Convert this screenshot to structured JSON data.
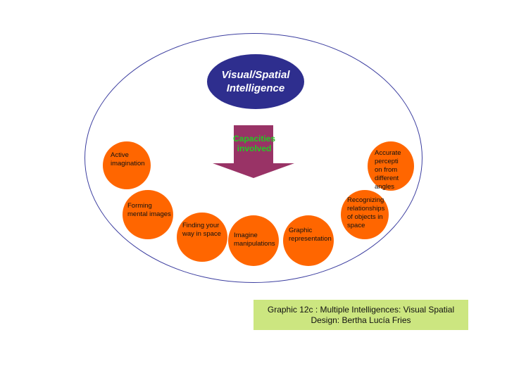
{
  "diagram": {
    "center": {
      "title": "Visual/Spatial\nIntelligence"
    },
    "arrow": {
      "label": "Capacities\ninvolved"
    },
    "capacities": [
      "Active\nimagination",
      "Forming\nmental images",
      "Finding your\nway in space",
      "Imagine\nmanipulations",
      "Graphic\nrepresentation",
      "Recognizing\nrelationships\nof objects in\nspace",
      "Accurate\npercepti\non from\ndifferent\nangles"
    ]
  },
  "caption": {
    "line1": "Graphic 12c : Multiple Intelligences:  Visual Spatial",
    "line2": "Design: Bertha Lucía Fries"
  },
  "colors": {
    "node": "#ff6600",
    "title_oval": "#2e2e8e",
    "arrow": "#993366",
    "arrow_label": "#22cc22",
    "caption_bg": "#cce680"
  }
}
